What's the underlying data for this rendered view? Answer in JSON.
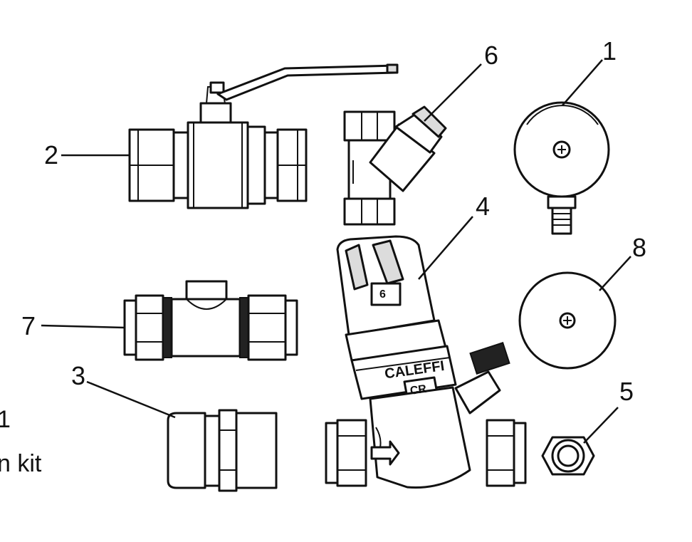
{
  "callouts": [
    "1",
    "2",
    "3",
    "4",
    "5",
    "6",
    "7",
    "8"
  ],
  "side_text": [
    "1",
    "n kit"
  ],
  "product_labels": {
    "brand": "CALEFFI",
    "badge": "CR",
    "setting": "6"
  },
  "colors": {
    "line": "#111111",
    "fill": "#dcdcdc",
    "background": "#ffffff"
  }
}
